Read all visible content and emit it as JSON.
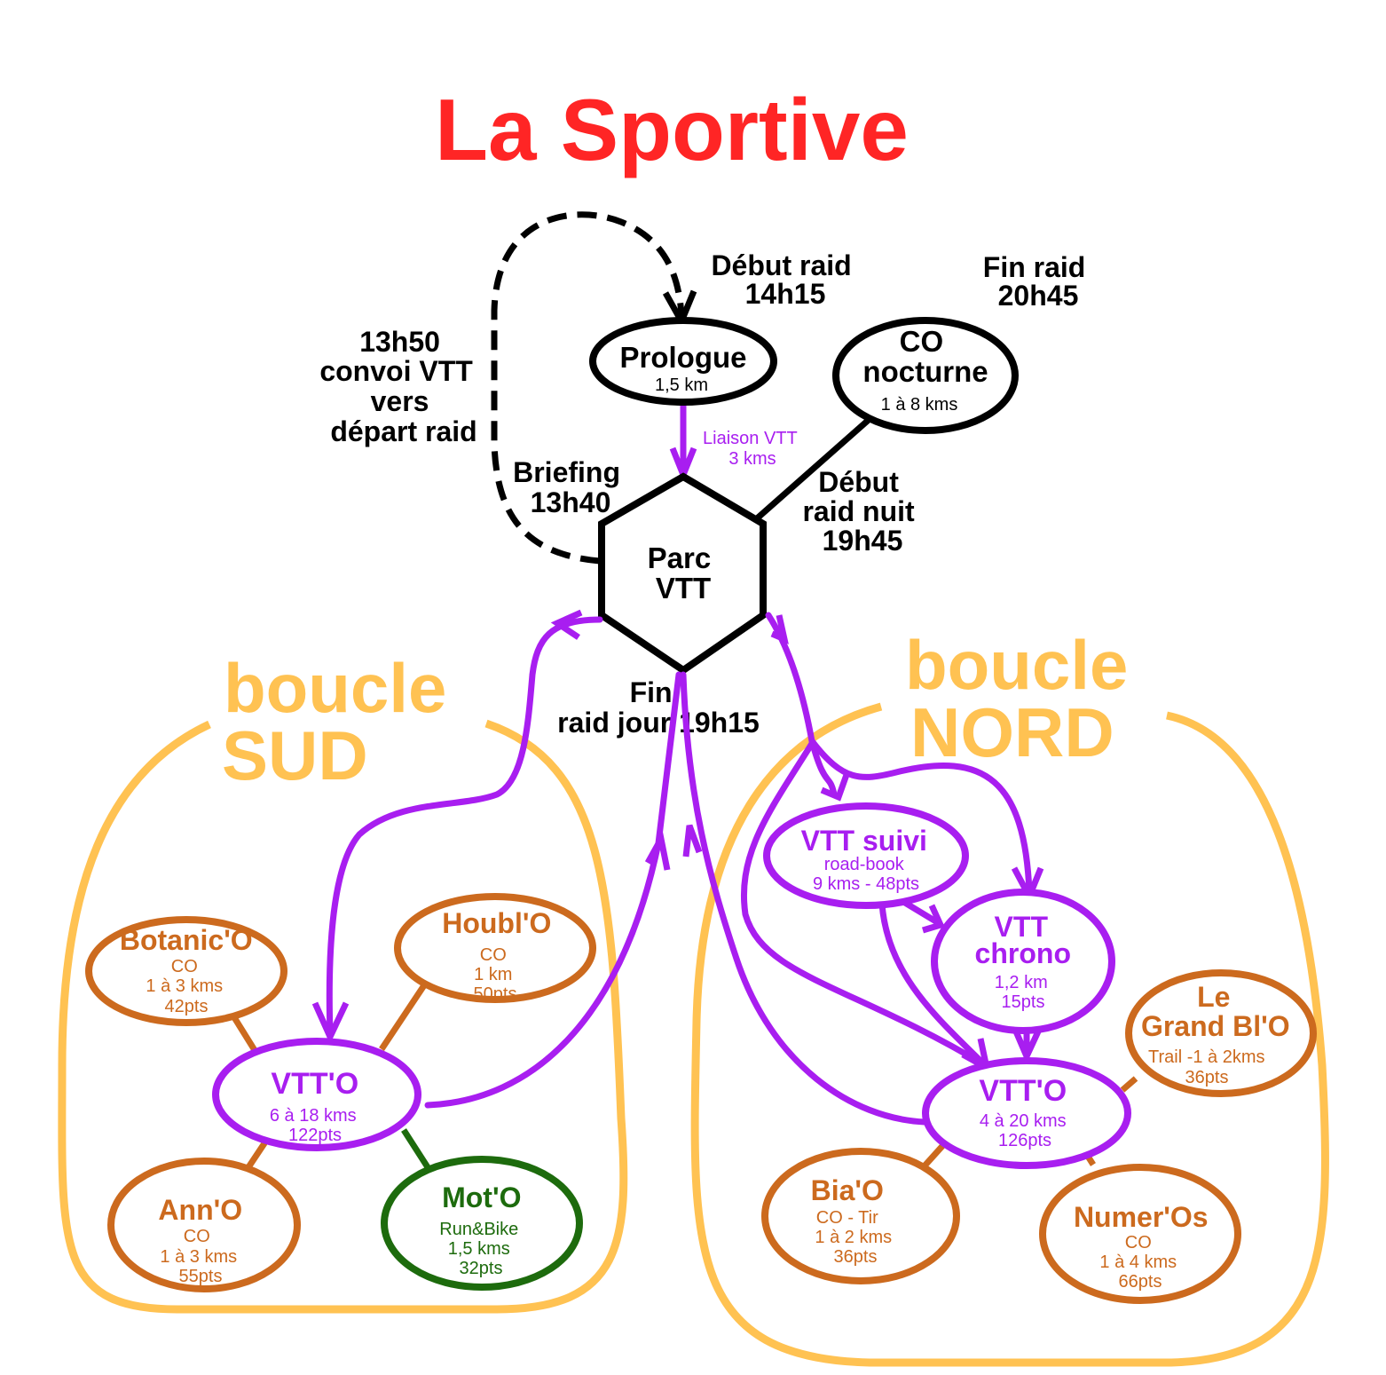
{
  "title": "La Sportive",
  "colors": {
    "title": "#ff2525",
    "loop": "#ffc252",
    "vtt": "#a81ef0",
    "co": "#cc6a1e",
    "run_bike": "#1d6b0d",
    "neutral": "#000000"
  },
  "annotations": {
    "debut_raid": [
      "Début raid",
      "14h15"
    ],
    "fin_raid": [
      "Fin raid",
      "20h45"
    ],
    "convoi": [
      "13h50",
      "convoi VTT",
      "vers",
      "départ raid"
    ],
    "briefing": [
      "Briefing",
      "13h40"
    ],
    "debut_nuit": [
      "Début",
      "raid nuit",
      "19h45"
    ],
    "fin_jour": [
      "Fin",
      "raid jour 19h15"
    ],
    "liaison": [
      "Liaison VTT",
      "3 kms"
    ]
  },
  "hub": {
    "label": [
      "Parc",
      "VTT"
    ]
  },
  "top_nodes": {
    "prologue": {
      "name": "Prologue",
      "detail": "1,5 km"
    },
    "co_nocturne": {
      "name": [
        "CO",
        "nocturne"
      ],
      "detail": "1 à 8 kms"
    }
  },
  "loops": {
    "sud": {
      "label": [
        "boucle",
        "SUD"
      ],
      "center": {
        "name": "VTT'O",
        "lines": [
          "6 à 18 kms",
          "122pts"
        ]
      },
      "nodes": [
        {
          "name": "Botanic'O",
          "lines": [
            "CO",
            "1 à 3 kms",
            "42pts"
          ],
          "type": "co"
        },
        {
          "name": "Houbl'O",
          "lines": [
            "CO",
            "1 km",
            "50pts"
          ],
          "type": "co"
        },
        {
          "name": "Ann'O",
          "lines": [
            "CO",
            "1 à 3 kms",
            "55pts"
          ],
          "type": "co"
        },
        {
          "name": "Mot'O",
          "lines": [
            "Run&Bike",
            "1,5 kms",
            "32pts"
          ],
          "type": "run_bike"
        }
      ]
    },
    "nord": {
      "label": [
        "boucle",
        "NORD"
      ],
      "vtt_suivi": {
        "name": "VTT suivi",
        "lines": [
          "road-book",
          "9 kms - 48pts"
        ]
      },
      "vtt_chrono": {
        "name": [
          "VTT",
          "chrono"
        ],
        "lines": [
          "1,2 km",
          "15pts"
        ]
      },
      "center": {
        "name": "VTT'O",
        "lines": [
          "4 à 20 kms",
          "126pts"
        ]
      },
      "nodes": [
        {
          "name": [
            "Le",
            "Grand Bl'O"
          ],
          "lines": [
            "Trail -1 à 2kms",
            "36pts"
          ],
          "type": "co"
        },
        {
          "name": "Bia'O",
          "lines": [
            "CO - Tir",
            "1 à 2 kms",
            "36pts"
          ],
          "type": "co"
        },
        {
          "name": "Numer'Os",
          "lines": [
            "CO",
            "1 à 4 kms",
            "66pts"
          ],
          "type": "co"
        }
      ]
    }
  }
}
